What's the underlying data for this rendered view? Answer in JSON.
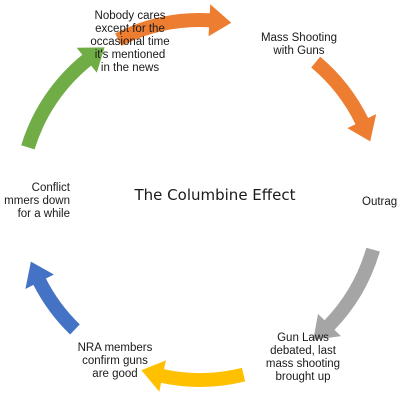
{
  "diagram": {
    "title": "The Columbine Effect",
    "nodes": [
      {
        "id": "n0",
        "text": "Nobody cares\nexcept for the\noccasional time\nit's mentioned\nin the news"
      },
      {
        "id": "n1",
        "text": "Mass Shooting\nwith Guns"
      },
      {
        "id": "n2",
        "text": "Outrag"
      },
      {
        "id": "n3",
        "text": "Gun Laws\ndebated, last\nmass shooting\nbrought up"
      },
      {
        "id": "n4",
        "text": "NRA members\nconfirm guns\nare good"
      },
      {
        "id": "n5",
        "text": "Conflict\nmmers down\nfor a while"
      }
    ],
    "arrows": [
      {
        "from": "n0",
        "to": "n1",
        "color": "#ED7D31"
      },
      {
        "from": "n1",
        "to": "n2",
        "color": "#ED7D31"
      },
      {
        "from": "n2",
        "to": "n3",
        "color": "#A5A5A5"
      },
      {
        "from": "n3",
        "to": "n4",
        "color": "#FFC000"
      },
      {
        "from": "n4",
        "to": "n5",
        "color": "#4472C4"
      },
      {
        "from": "n5",
        "to": "n0",
        "color": "#70AD47"
      }
    ]
  }
}
